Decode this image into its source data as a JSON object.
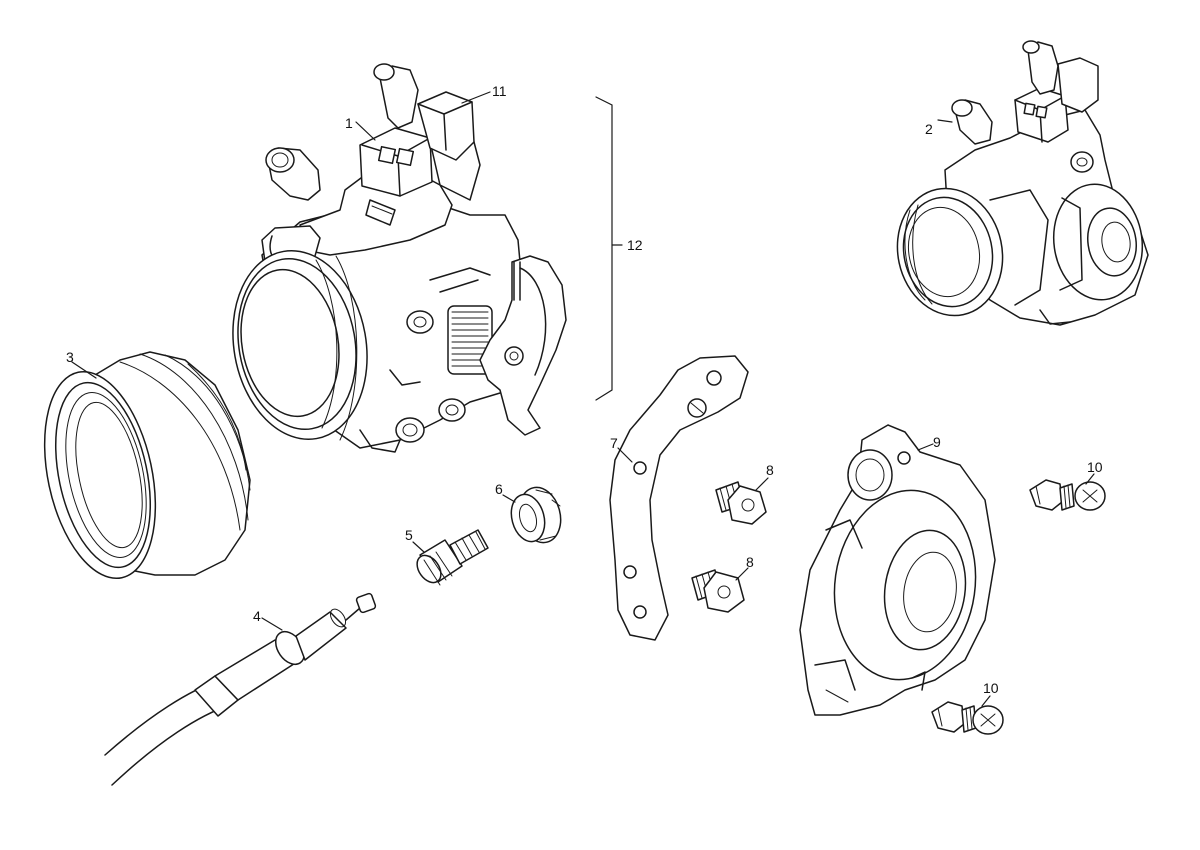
{
  "diagram": {
    "callouts": [
      {
        "id": "1",
        "label": "1"
      },
      {
        "id": "2",
        "label": "2"
      },
      {
        "id": "3",
        "label": "3"
      },
      {
        "id": "4",
        "label": "4"
      },
      {
        "id": "5",
        "label": "5"
      },
      {
        "id": "6",
        "label": "6"
      },
      {
        "id": "7",
        "label": "7"
      },
      {
        "id": "8a",
        "label": "8"
      },
      {
        "id": "8b",
        "label": "8"
      },
      {
        "id": "9",
        "label": "9"
      },
      {
        "id": "10a",
        "label": "10"
      },
      {
        "id": "10b",
        "label": "10"
      },
      {
        "id": "11",
        "label": "11"
      },
      {
        "id": "12",
        "label": "12"
      }
    ],
    "stroke_color": "#1a1a1a",
    "background_color": "#ffffff"
  }
}
